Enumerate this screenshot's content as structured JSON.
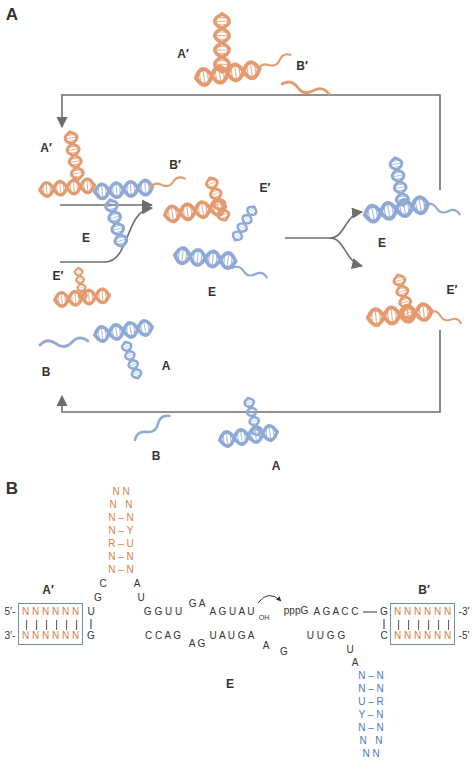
{
  "diagram": {
    "nodes": [
      {
        "text": [
          "N N N N N N",
          "N N N N N N"
        ]
      },
      {
        "text": [
          "N N N N N N",
          "N N N N N N"
        ]
      }
    ],
    "labels": [
      "A",
      "A′",
      "B′",
      "A′",
      "B′",
      "E",
      "E′",
      "E",
      "E",
      "E′",
      "E′",
      "B",
      "A",
      "B",
      "A",
      "B",
      "N N",
      "N   N",
      "N – N",
      "N – Y",
      "R – U",
      "N – N",
      "N – N",
      "C",
      "A",
      "G",
      "U",
      "A′",
      "B′",
      "5′-",
      "U",
      "G G U U",
      "G A",
      "A G U A U",
      "OH",
      "pppG",
      "A G A C C",
      "G",
      "-3′",
      "3′-",
      "G",
      "C C A G",
      "A G",
      "U A U G A",
      "A",
      "G",
      "U U G G",
      "C",
      "-5′",
      "E",
      "U",
      "A",
      "N – N",
      "N – N",
      "U – R",
      "Y – N",
      "N – N",
      "N   N",
      "N N"
    ]
  }
}
